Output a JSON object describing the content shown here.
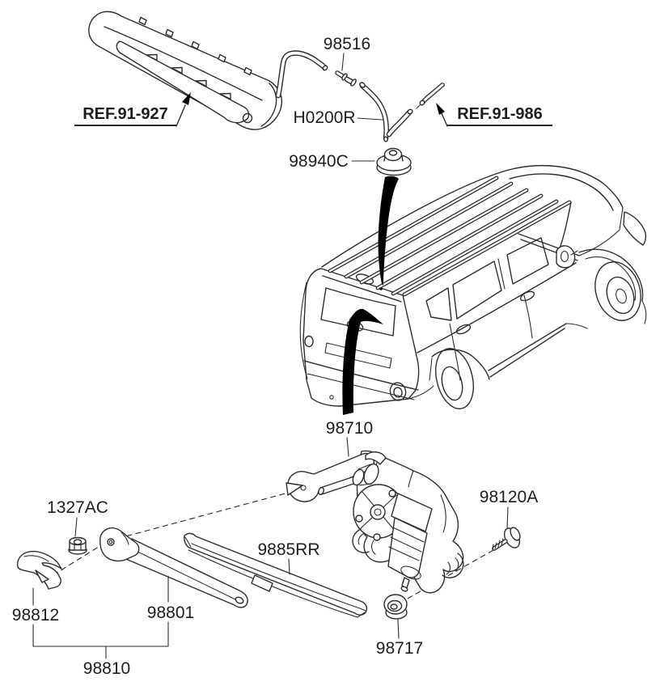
{
  "diagram": {
    "type": "exploded-parts-diagram",
    "subject": "rear wiper and washer components on a compact SUV",
    "colors": {
      "background": "#ffffff",
      "line": "#2d2d2d",
      "text": "#1d1d1d",
      "routing_arrow_fill": "#000000"
    }
  },
  "parts": {
    "ref_spoiler": {
      "label": "REF.91-927"
    },
    "connector": {
      "label": "98516"
    },
    "hose": {
      "label": "H0200R"
    },
    "ref_body": {
      "label": "REF.91-986"
    },
    "roof_grommet": {
      "label": "98940C"
    },
    "motor": {
      "label": "98710"
    },
    "screw": {
      "label": "98120A"
    },
    "nut": {
      "label": "1327AC"
    },
    "blade": {
      "label": "9885RR"
    },
    "cap": {
      "label": "98812"
    },
    "arm": {
      "label": "98801"
    },
    "motor_grommet": {
      "label": "98717"
    },
    "arm_blade_kit": {
      "label": "98810"
    }
  }
}
